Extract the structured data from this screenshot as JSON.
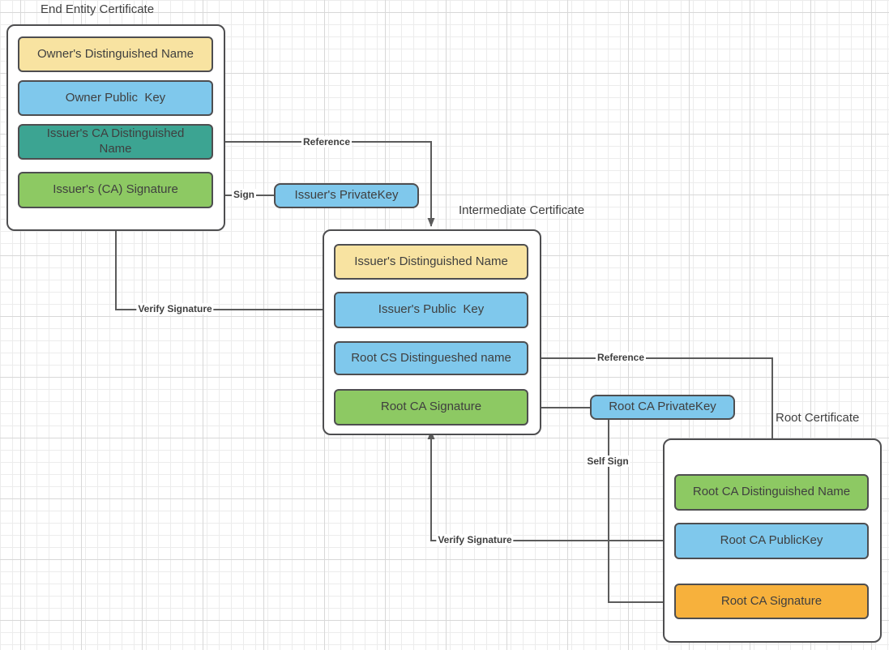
{
  "diagram": {
    "groups": {
      "end_entity": {
        "title": "End Entity Certificate",
        "boxes": {
          "owner_dn": {
            "label": "Owner's Distinguished Name",
            "color": "yellow"
          },
          "owner_pub": {
            "label": "Owner Public  Key",
            "color": "blue"
          },
          "issuer_ca_dn": {
            "label": "Issuer's CA Distinguished\nName",
            "color": "teal"
          },
          "issuer_ca_sig": {
            "label": "Issuer's (CA) Signature",
            "color": "green"
          }
        }
      },
      "intermediate": {
        "title": "Intermediate Certificate",
        "boxes": {
          "issuer_dn": {
            "label": "Issuer's Distinguished Name",
            "color": "yellow"
          },
          "issuer_pub": {
            "label": "Issuer's Public  Key",
            "color": "blue"
          },
          "root_cs_dn": {
            "label": "Root CS Distingueshed name",
            "color": "blue"
          },
          "root_ca_sig": {
            "label": "Root CA Signature",
            "color": "green"
          }
        }
      },
      "root": {
        "title": "Root Certificate",
        "boxes": {
          "root_ca_dn": {
            "label": "Root CA Distinguished Name",
            "color": "green"
          },
          "root_ca_pub": {
            "label": "Root CA PublicKey",
            "color": "blue"
          },
          "root_ca_sig": {
            "label": "Root CA Signature",
            "color": "orange"
          }
        }
      }
    },
    "keys": {
      "issuer_private_key": {
        "label": "Issuer's PrivateKey",
        "color": "blue"
      },
      "root_ca_private_key": {
        "label": "Root CA PrivateKey",
        "color": "blue"
      }
    },
    "edge_labels": {
      "reference_top": "Reference",
      "sign": "Sign",
      "verify_signature_left": "Verify Signature",
      "reference_mid": "Reference",
      "self_sign": "Self Sign",
      "verify_signature_right": "Verify Signature"
    },
    "colors": {
      "yellow": "#F8E3A1",
      "blue": "#7FC8EC",
      "teal": "#3CA492",
      "green": "#8DC963",
      "orange": "#F7B13C",
      "line": "#5B5B5B",
      "border": "#4E4E50",
      "text": "#3F3F3F"
    }
  }
}
